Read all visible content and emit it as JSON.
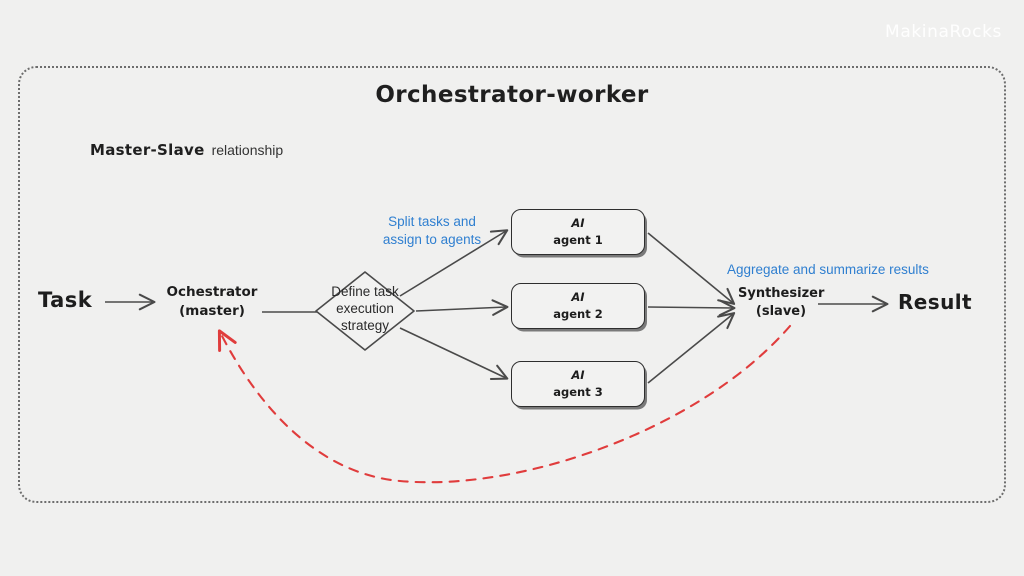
{
  "brand": {
    "name": "MakinaRocks"
  },
  "diagram": {
    "title": "Orchestrator-worker",
    "subtitle_term": "Master-Slave",
    "subtitle_suffix": "relationship",
    "nodes": {
      "task": "Task",
      "orchestrator_line1": "Ochestrator",
      "orchestrator_line2": "(master)",
      "decision_line1": "Define task",
      "decision_line2": "execution",
      "decision_line3": "strategy",
      "synthesizer_line1": "Synthesizer",
      "synthesizer_line2": "(slave)",
      "result": "Result"
    },
    "agents": [
      {
        "line1": "AI",
        "line2": "agent 1"
      },
      {
        "line1": "AI",
        "line2": "agent 2"
      },
      {
        "line1": "AI",
        "line2": "agent 3"
      }
    ],
    "annotations": {
      "split": "Split tasks and assign to agents",
      "aggregate": "Aggregate and summarize results"
    },
    "colors": {
      "background": "#f0f0ef",
      "annotation_blue": "#2f7fd0",
      "feedback_red": "#e03c3c",
      "stroke_dark": "#4a4a4a",
      "frame_dotted": "#6d6d6d"
    }
  }
}
